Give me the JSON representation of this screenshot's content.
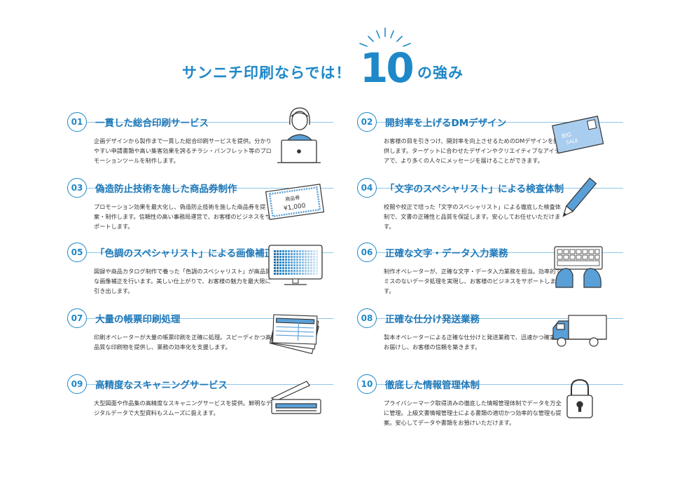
{
  "title": {
    "prefix": "サンニチ印刷ならでは！",
    "number": "10",
    "suffix": "の強み"
  },
  "colors": {
    "accent": "#1e88c8",
    "illus_fill": "#5aa0d8"
  },
  "items": [
    {
      "num": "01",
      "title": "一貫した総合印刷サービス",
      "desc": "企画デザインから製作まで一貫した総合印刷サービスを提供。分かりやすい申請書類や高い集客効果を誇るチラシ・パンフレット等のプロモーションツールを制作します。",
      "icon": "office-worker-laptop-icon"
    },
    {
      "num": "02",
      "title": "開封率を上げるDMデザイン",
      "desc": "お客様の目を引きつけ、開封率を向上させるためのDMデザインを提供します。ターゲットに合わせたデザインやクリエイティブなアイデアで、より多くの人々にメッセージを届けることができます。",
      "icon": "postcard-icon",
      "postcard_text": [
        "BIG",
        "SALE"
      ]
    },
    {
      "num": "03",
      "title": "偽造防止技術を施した商品券制作",
      "desc": "プロモーション効果を最大化し、偽造防止技術を施した商品券を提案・制作します。信頼性の高い事務局運営で、お客様のビジネスをサポートします。",
      "icon": "gift-voucher-icon",
      "voucher_text": [
        "商品券",
        "¥1,000"
      ]
    },
    {
      "num": "04",
      "title": "「文字のスペシャリスト」による検査体制",
      "desc": "校閲や校正で培った「文字のスペシャリスト」による徹底した検査体制で、文書の正確性と品質を保証します。安心してお任せいただけます。",
      "icon": "pencil-icon"
    },
    {
      "num": "05",
      "title": "「色調のスペシャリスト」による画像補正",
      "desc": "図録や商品カタログ制作で養った「色調のスペシャリスト」が高品質な画像補正を行います。美しい仕上がりで、お客様の魅力を最大限に引き出します。",
      "icon": "monitor-icon"
    },
    {
      "num": "06",
      "title": "正確な文字・データ入力業務",
      "desc": "制作オペレーターが、正確な文字・データ入力業務を担当。効率的でミスのないデータ処理を実現し、お客様のビジネスをサポートします。",
      "icon": "keyboard-typing-icon"
    },
    {
      "num": "07",
      "title": "大量の帳票印刷処理",
      "desc": "印刷オペレーターが大量の帳票印刷を正確に処理。スピーディかつ高品質な印刷物を提供し、業務の効率化を支援します。",
      "icon": "business-forms-icon"
    },
    {
      "num": "08",
      "title": "正確な仕分け発送業務",
      "desc": "製本オペレーターによる正確な仕分けと発送業務で、迅速かつ確実にお届けし、お客様の信頼を築きます。",
      "icon": "delivery-truck-icon"
    },
    {
      "num": "09",
      "title": "高精度なスキャニングサービス",
      "desc": "大型図面や作品集の高精度なスキャニングサービスを提供。鮮明なデジタルデータで大型資料もスムーズに扱えます。",
      "icon": "scanner-icon"
    },
    {
      "num": "10",
      "title": "徹底した情報管理体制",
      "desc": "プライバシーマーク取得済みの徹底した情報管理体制でデータを万全に管理。上級文書情報管理士による書類の適切かつ効率的な管理も提案。安心してデータや書類をお預けいただけます。",
      "icon": "padlock-icon"
    }
  ]
}
